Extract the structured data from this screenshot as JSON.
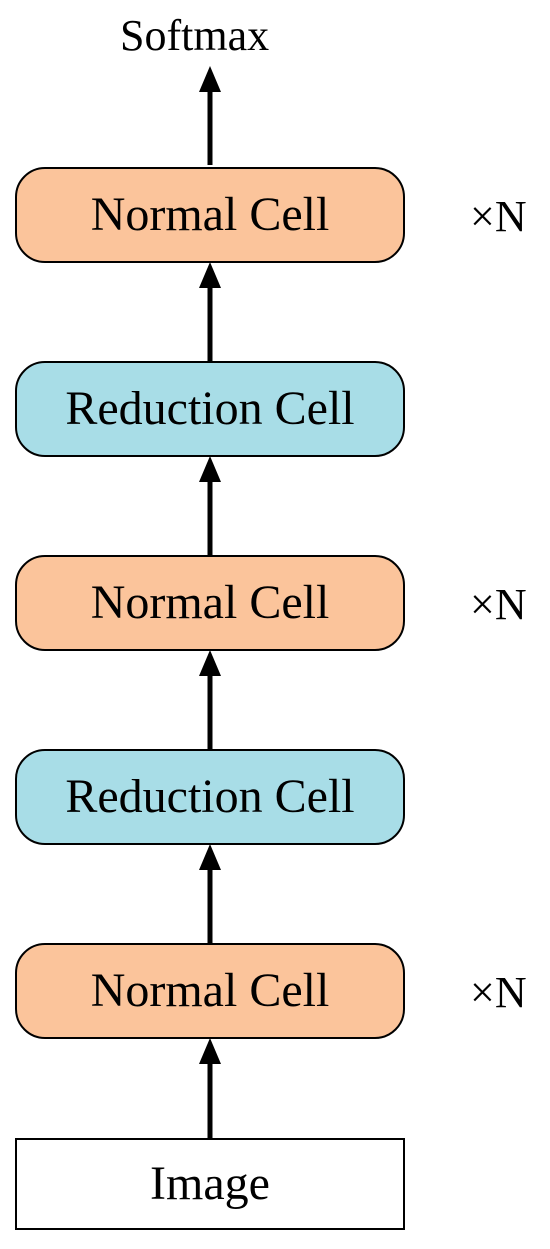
{
  "diagram": {
    "output_label": "Softmax",
    "input_label": "Image",
    "cells": [
      {
        "label": "Normal Cell",
        "kind": "normal",
        "multiplier": "×N"
      },
      {
        "label": "Reduction Cell",
        "kind": "reduction"
      },
      {
        "label": "Normal Cell",
        "kind": "normal",
        "multiplier": "×N"
      },
      {
        "label": "Reduction Cell",
        "kind": "reduction"
      },
      {
        "label": "Normal Cell",
        "kind": "normal",
        "multiplier": "×N"
      }
    ],
    "colors": {
      "normal_fill": "#fbc49b",
      "reduction_fill": "#a8dde7",
      "stroke": "#000000"
    }
  }
}
